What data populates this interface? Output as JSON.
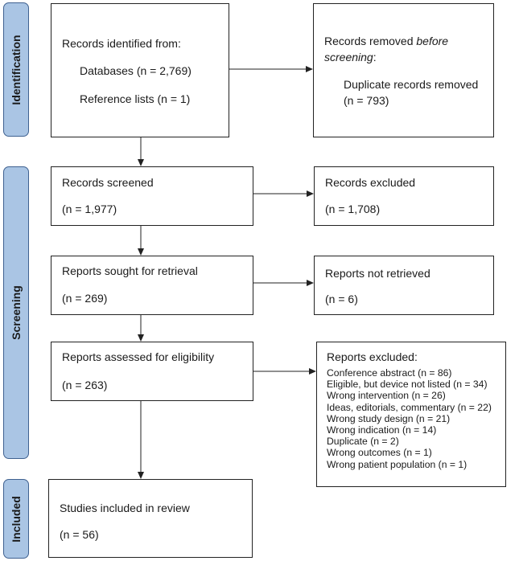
{
  "stages": {
    "identification": "Identification",
    "screening": "Screening",
    "included": "Included"
  },
  "identified": {
    "heading": "Records identified from:",
    "databases": "Databases (n = 2,769)",
    "reference_lists": "Reference lists (n = 1)"
  },
  "removed": {
    "heading_pre": "Records removed ",
    "heading_em": "before",
    "heading_em2": "screening",
    "heading_post": ":",
    "duplicates": "Duplicate records removed",
    "duplicates_n": "(n = 793)"
  },
  "screened": {
    "label": "Records screened",
    "n": "(n = 1,977)"
  },
  "excluded": {
    "label": "Records excluded",
    "n": "(n = 1,708)"
  },
  "sought": {
    "label": "Reports sought for retrieval",
    "n": "(n = 269)"
  },
  "not_retrieved": {
    "label": "Reports not retrieved",
    "n": "(n = 6)"
  },
  "assessed": {
    "label": "Reports assessed for eligibility",
    "n": "(n = 263)"
  },
  "reports_excluded": {
    "heading": "Reports excluded:",
    "reasons": [
      "Conference abstract (n = 86)",
      "Eligible, but device not listed (n = 34)",
      "Wrong intervention (n = 26)",
      "Ideas, editorials, commentary (n = 22)",
      "Wrong study design (n = 21)",
      "Wrong indication (n = 14)",
      "Duplicate (n = 2)",
      "Wrong outcomes (n = 1)",
      "Wrong patient population (n = 1)"
    ]
  },
  "included_studies": {
    "label": "Studies included in review",
    "n": "(n = 56)"
  },
  "colors": {
    "stage_fill": "#aac5e4",
    "stage_border": "#3f6190",
    "line": "#222222"
  }
}
